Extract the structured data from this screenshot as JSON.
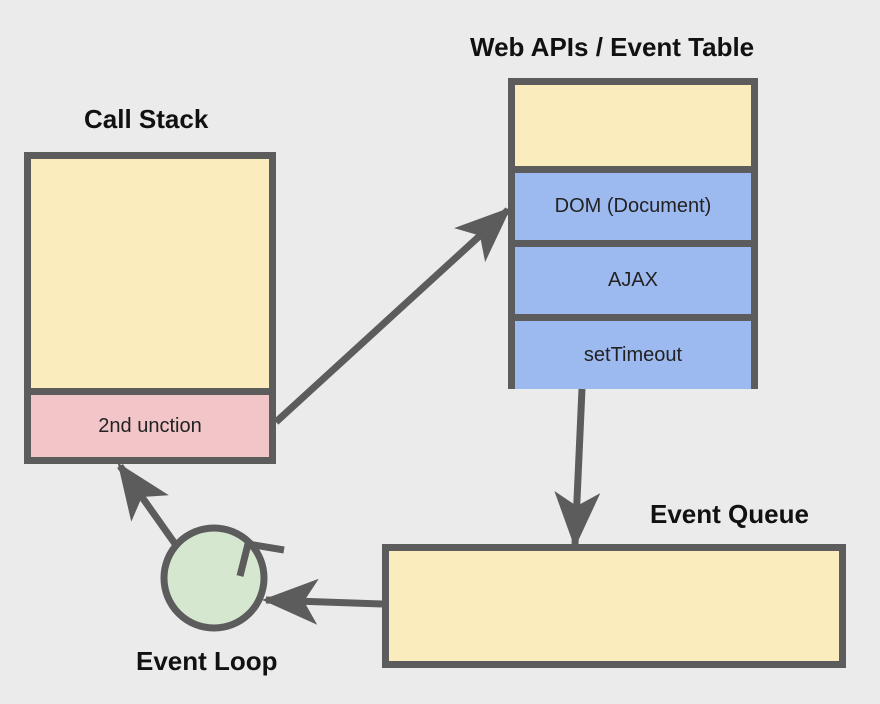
{
  "call_stack": {
    "title": "Call Stack",
    "frames": [
      "2nd unction"
    ]
  },
  "web_apis": {
    "title": "Web APIs / Event Table",
    "items": [
      "DOM (Document)",
      "AJAX",
      "setTimeout"
    ]
  },
  "event_queue": {
    "title": "Event Queue"
  },
  "event_loop": {
    "label": "Event Loop"
  },
  "colors": {
    "border": "#5c5c5c",
    "empty_fill": "#fbecbd",
    "api_fill": "#9dbaf0",
    "function_fill": "#f2c6c8",
    "loop_fill": "#d5e8cf",
    "background": "#ebebeb"
  }
}
